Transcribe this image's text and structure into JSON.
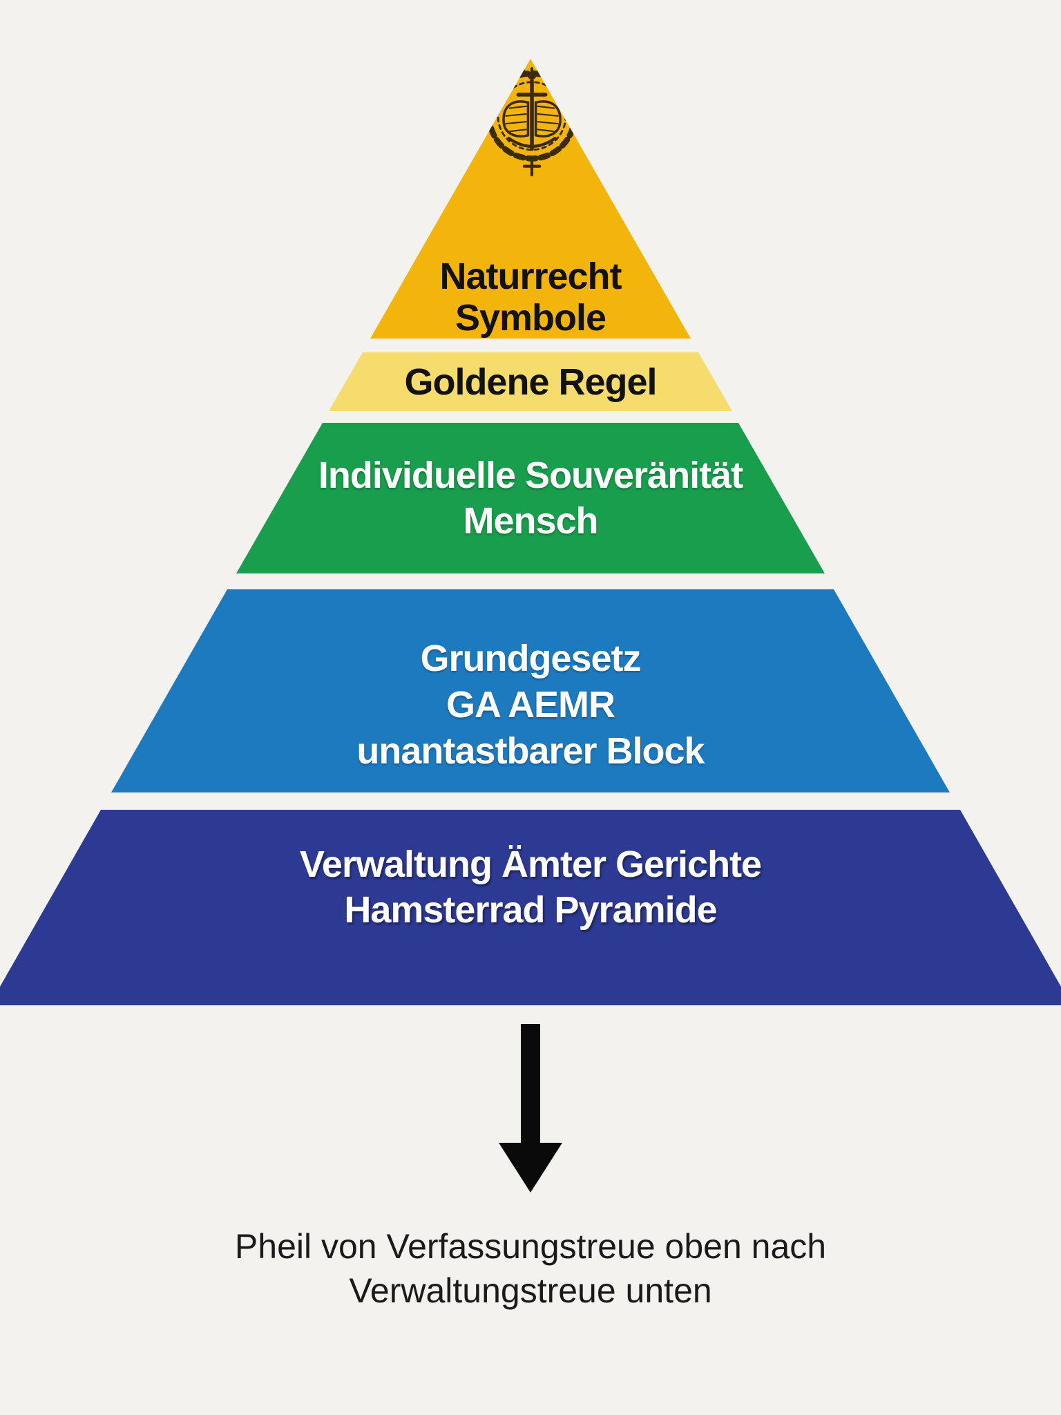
{
  "canvas": {
    "background": "#f4f2ee"
  },
  "emblem": {
    "name": "eagle-crest",
    "color": "#3b2b06"
  },
  "pyramid": {
    "levels": [
      {
        "id": "naturrecht",
        "color": "#f3b50b",
        "text_color": "#121212",
        "label_lines": [
          "Naturrecht",
          "Symbole"
        ]
      },
      {
        "id": "goldene-regel",
        "color": "#f6db6d",
        "text_color": "#121212",
        "label_lines": [
          "Goldene Regel"
        ]
      },
      {
        "id": "individuelle-souveraenitaet",
        "color": "#189e4c",
        "text_color": "#ffffff",
        "label_lines": [
          "Individuelle Souveränität",
          "Mensch"
        ]
      },
      {
        "id": "grundgesetz",
        "color": "#1e7abf",
        "text_color": "#ffffff",
        "label_lines": [
          "Grundgesetz",
          "GA AEMR",
          "unantastbarer Block"
        ]
      },
      {
        "id": "verwaltung",
        "color": "#2d3a94",
        "text_color": "#ffffff",
        "label_lines": [
          "Verwaltung Ämter Gerichte",
          "Hamsterrad Pyramide"
        ]
      }
    ]
  },
  "arrow": {
    "direction": "down",
    "color": "#0a0a0a"
  },
  "caption": {
    "color": "#1a1a1a",
    "lines": [
      "Pheil von Verfassungstreue oben nach",
      "Verwaltungstreue unten"
    ]
  }
}
